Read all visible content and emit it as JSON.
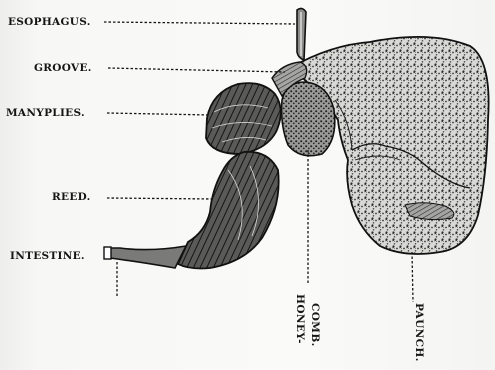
{
  "figure": {
    "labels": {
      "esophagus": "ESOPHAGUS.",
      "groove": "GROOVE.",
      "manyplies": "MANYPLIES.",
      "reed": "REED.",
      "intestine": "INTESTINE.",
      "honeycomb_line1": "HONEY-",
      "honeycomb_line2": "COMB.",
      "paunch": "PAUNCH."
    },
    "colors": {
      "ink": "#151515",
      "paper": "#f7f7f5"
    }
  }
}
